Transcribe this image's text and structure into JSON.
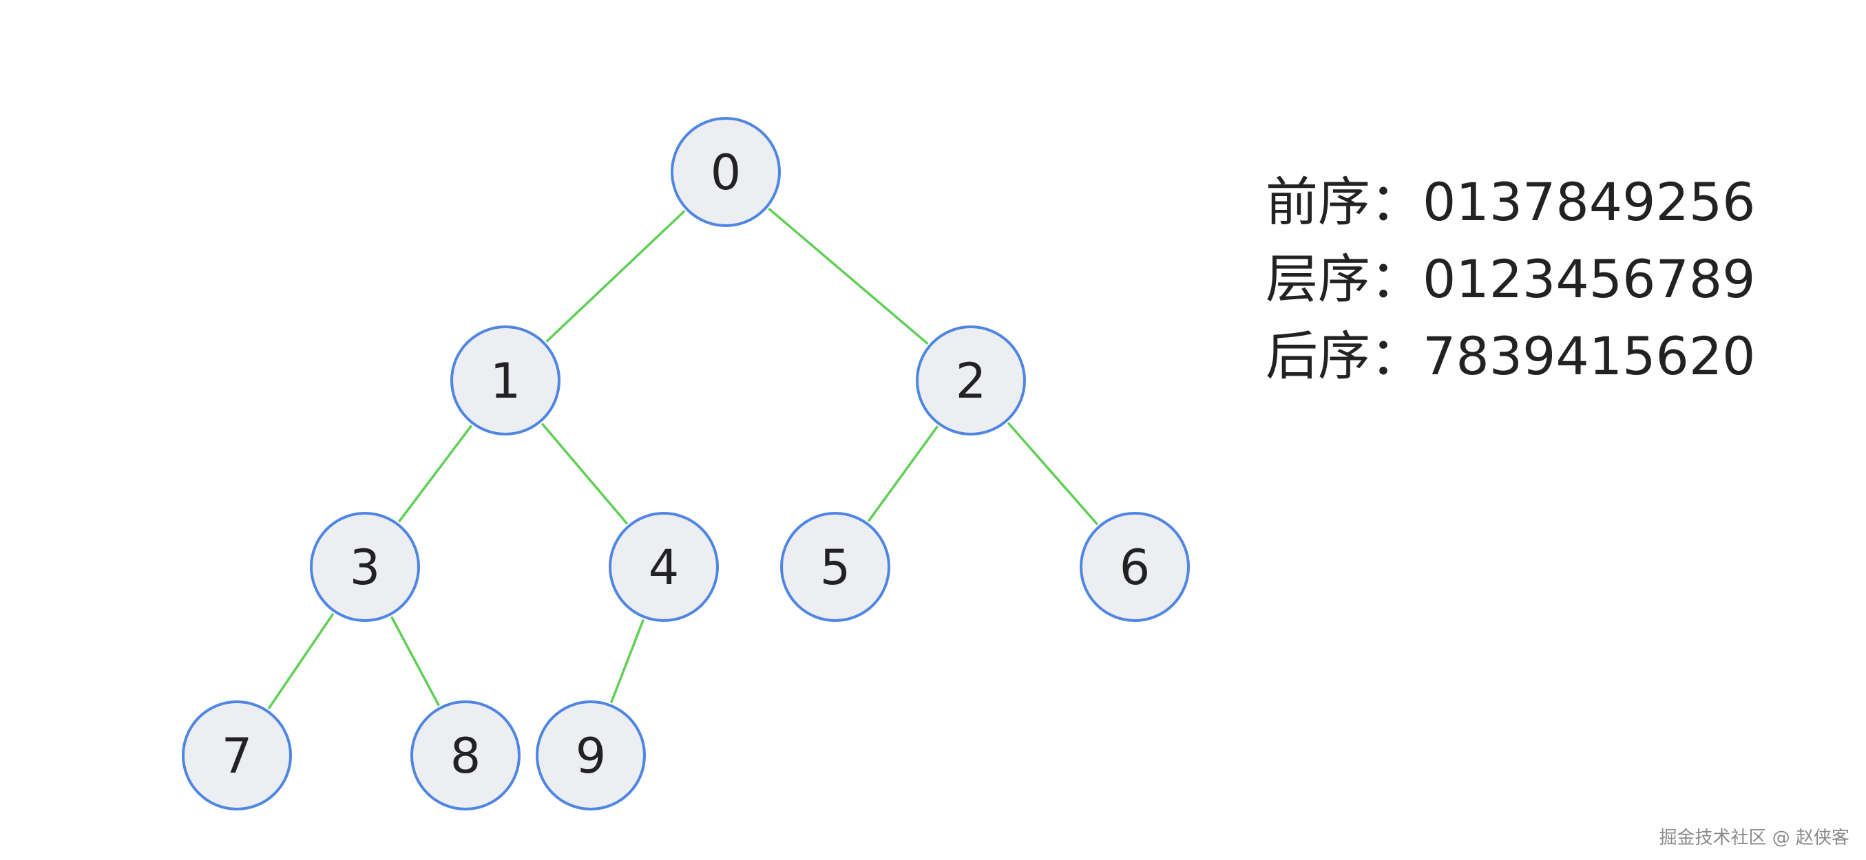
{
  "tree": {
    "nodes": [
      {
        "label": "0"
      },
      {
        "label": "1"
      },
      {
        "label": "2"
      },
      {
        "label": "3"
      },
      {
        "label": "4"
      },
      {
        "label": "5"
      },
      {
        "label": "6"
      },
      {
        "label": "7"
      },
      {
        "label": "8"
      },
      {
        "label": "9"
      }
    ],
    "edges": [
      [
        "0",
        "1"
      ],
      [
        "0",
        "2"
      ],
      [
        "1",
        "3"
      ],
      [
        "1",
        "4"
      ],
      [
        "2",
        "5"
      ],
      [
        "2",
        "6"
      ],
      [
        "3",
        "7"
      ],
      [
        "3",
        "8"
      ],
      [
        "4",
        "9"
      ]
    ]
  },
  "traversals": {
    "preorder": "前序：0137849256",
    "levelorder": "层序：0123456789",
    "postorder": "后序：7839415620"
  },
  "watermark": "掘金技术社区 @ 赵侠客",
  "colors": {
    "node_fill": "#eceef2",
    "node_stroke": "#4f86e3",
    "edge": "#5fcf55",
    "text": "#222222"
  }
}
